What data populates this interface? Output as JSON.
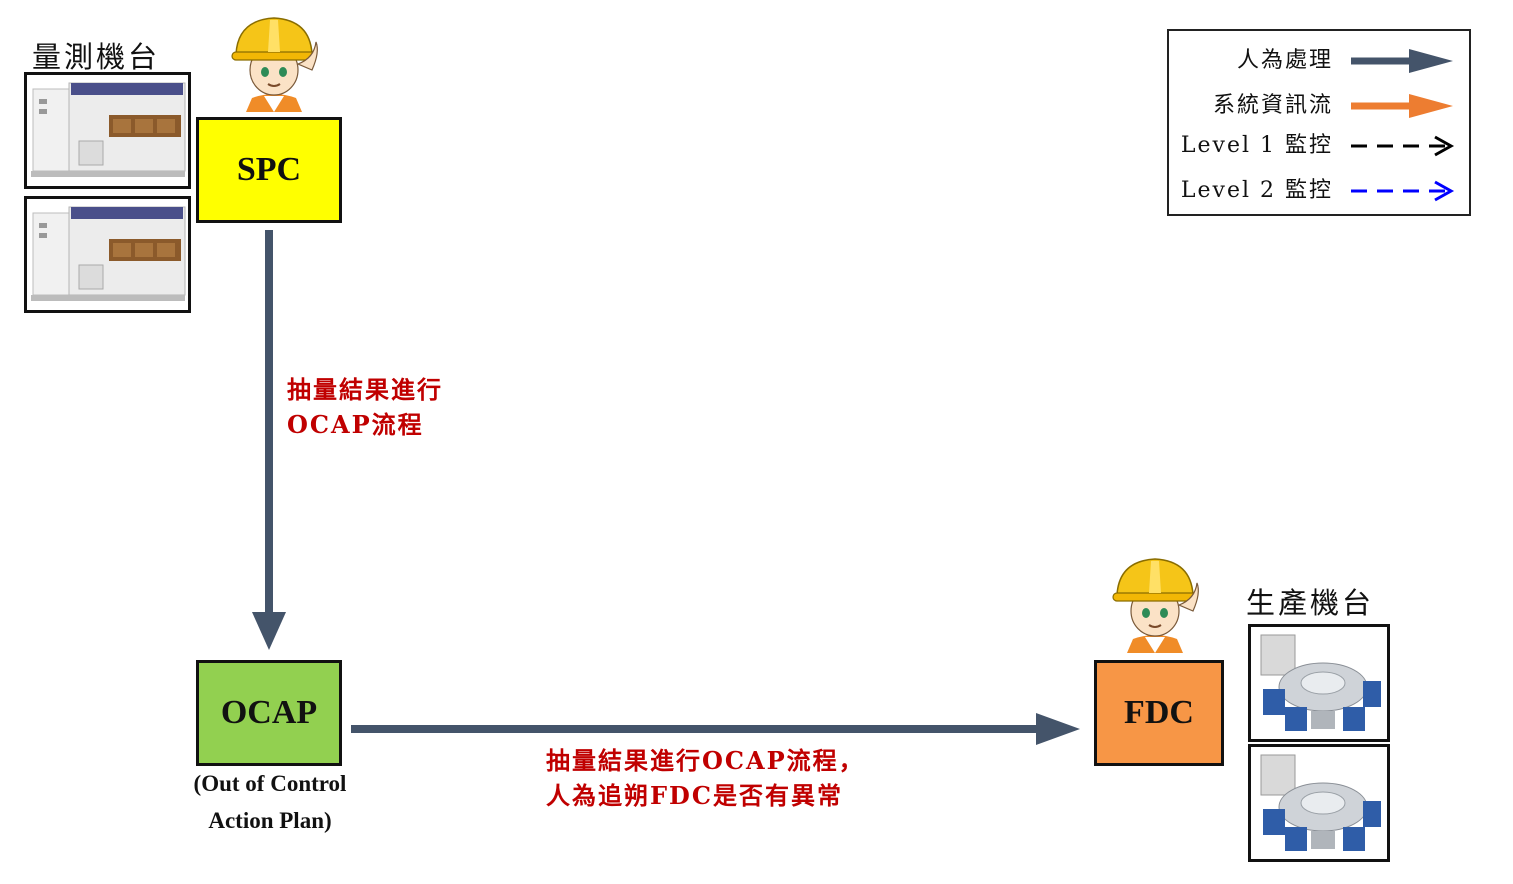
{
  "measurement_label": "量測機台",
  "production_label": "生產機台",
  "nodes": {
    "spc": "SPC",
    "ocap": "OCAP",
    "fdc": "FDC"
  },
  "ocap_subtitle": {
    "line1": "(Out of Control",
    "line2": "Action Plan)"
  },
  "edge_spc_ocap": {
    "line1": "抽量結果進行",
    "line2": "OCAP流程"
  },
  "edge_ocap_fdc": {
    "line1": "抽量結果進行OCAP流程，",
    "line2": "人為追朔FDC是否有異常"
  },
  "legend": {
    "items": [
      {
        "label": "人為處理",
        "style": "solid-thick",
        "color": "#44546a"
      },
      {
        "label": "系統資訊流",
        "style": "solid-thick",
        "color": "#ed7d31"
      },
      {
        "label": "Level 1 監控",
        "style": "dashed",
        "color": "#000000"
      },
      {
        "label": "Level 2 監控",
        "style": "dashed",
        "color": "#0000ff"
      }
    ]
  },
  "colors": {
    "spc_fill": "#ffff00",
    "ocap_fill": "#92d050",
    "fdc_fill": "#f79646",
    "arrow": "#44546a",
    "note_text": "#c00000"
  }
}
